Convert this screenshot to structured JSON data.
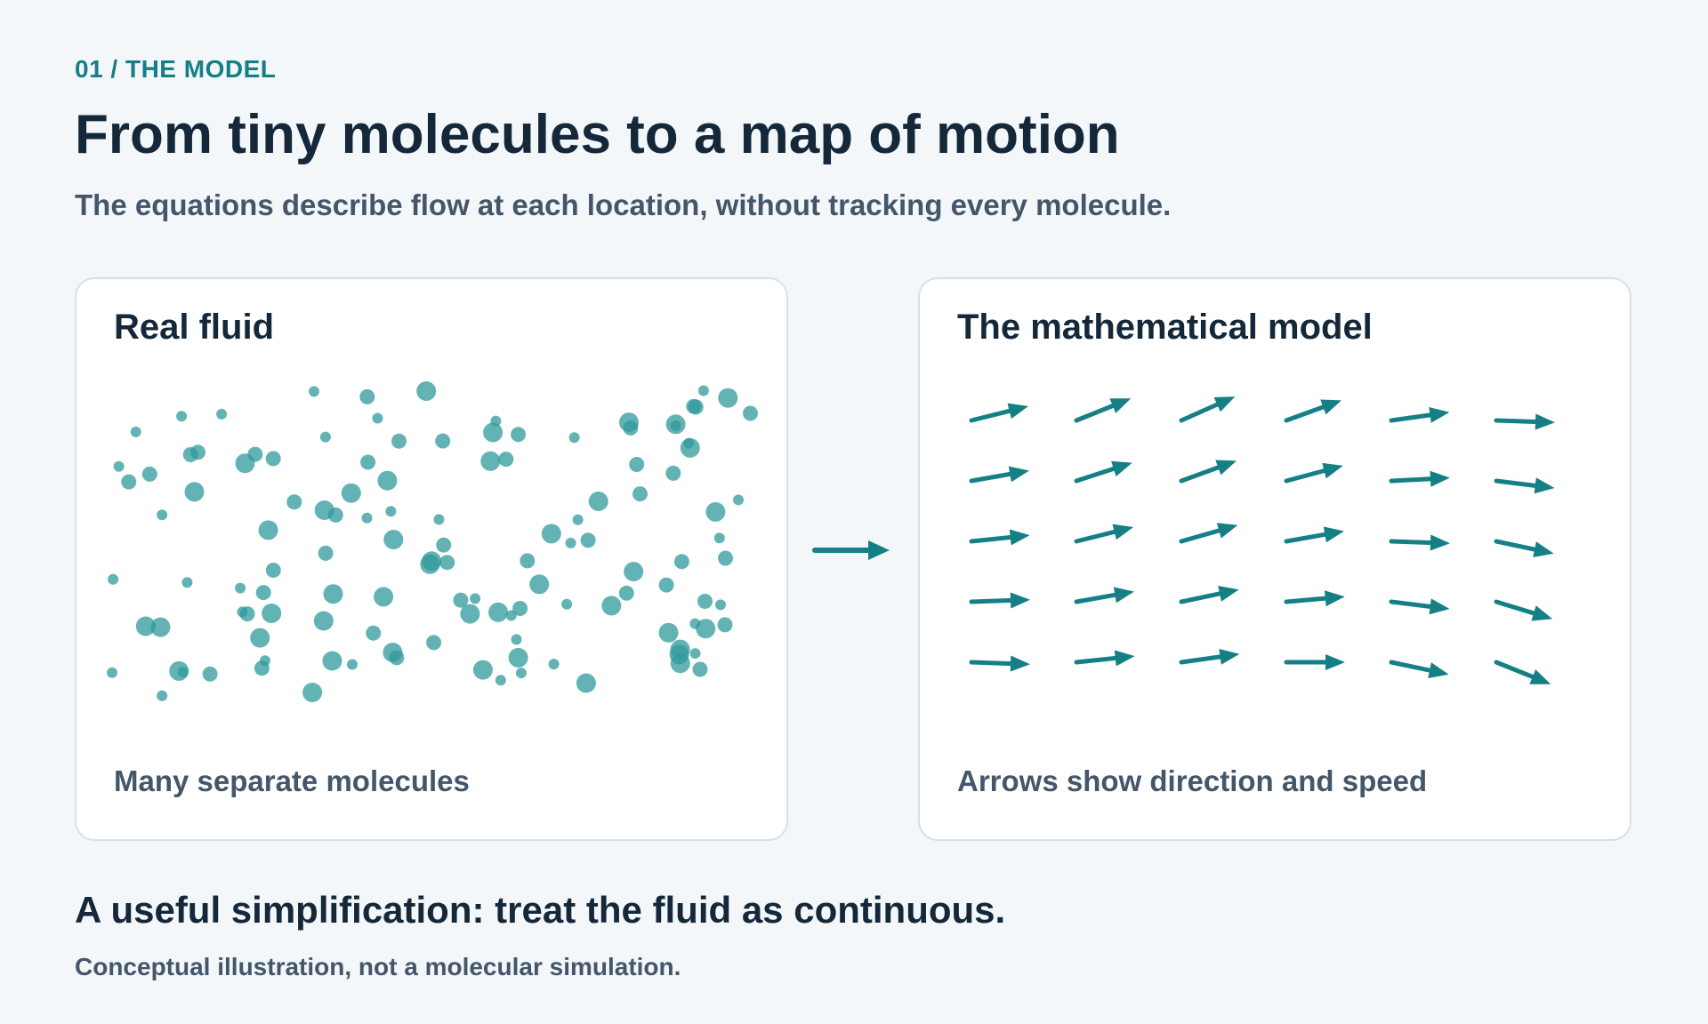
{
  "header": {
    "eyebrow": "01 / THE MODEL",
    "title": "From tiny molecules to a map of motion",
    "subtitle": "The equations describe flow at each location, without tracking every molecule."
  },
  "panels": {
    "real_fluid": {
      "title": "Real fluid",
      "caption": "Many separate molecules"
    },
    "model": {
      "title": "The mathematical model",
      "caption": "Arrows show direction and speed"
    }
  },
  "footer": {
    "takeaway": "A useful simplification: treat the fluid as continuous.",
    "footnote": "Conceptual illustration, not a molecular simulation."
  },
  "colors": {
    "accent": "#157f86",
    "molecule": "#2f9a9c",
    "heading": "#15283a",
    "body": "#44566a",
    "background": "#f3f7fa"
  },
  "icons": {
    "transition": "arrow-right-icon"
  }
}
